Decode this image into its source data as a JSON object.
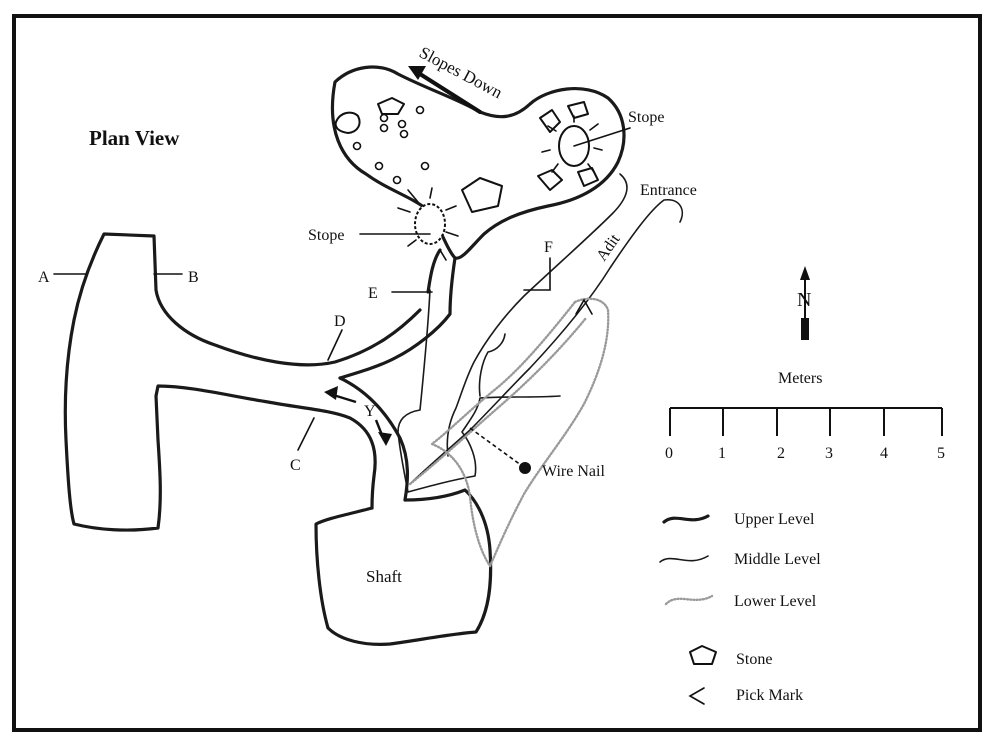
{
  "title": "Plan View",
  "labels": {
    "slopes_down": "Slopes Down",
    "stope_top": "Stope",
    "stope_left": "Stope",
    "entrance": "Entrance",
    "adit": "Adit",
    "wire_nail": "Wire Nail",
    "shaft": "Shaft",
    "a": "A",
    "b": "B",
    "c": "C",
    "d": "D",
    "e": "E",
    "f": "F",
    "y": "Y"
  },
  "north": {
    "label": "N",
    "icon": "north-arrow-icon"
  },
  "scale": {
    "title": "Meters",
    "ticks": [
      "0",
      "1",
      "2",
      "3",
      "4",
      "5"
    ]
  },
  "legend": {
    "items": [
      {
        "label": "Upper Level",
        "icon": "upper-level-line-icon"
      },
      {
        "label": "Middle Level",
        "icon": "middle-level-line-icon"
      },
      {
        "label": "Lower Level",
        "icon": "lower-level-line-icon"
      },
      {
        "label": "Stone",
        "icon": "stone-icon"
      },
      {
        "label": "Pick Mark",
        "icon": "pick-mark-icon"
      }
    ]
  },
  "colors": {
    "ink": "#111111",
    "lower_level": "#9a9a9a",
    "background": "#ffffff"
  }
}
